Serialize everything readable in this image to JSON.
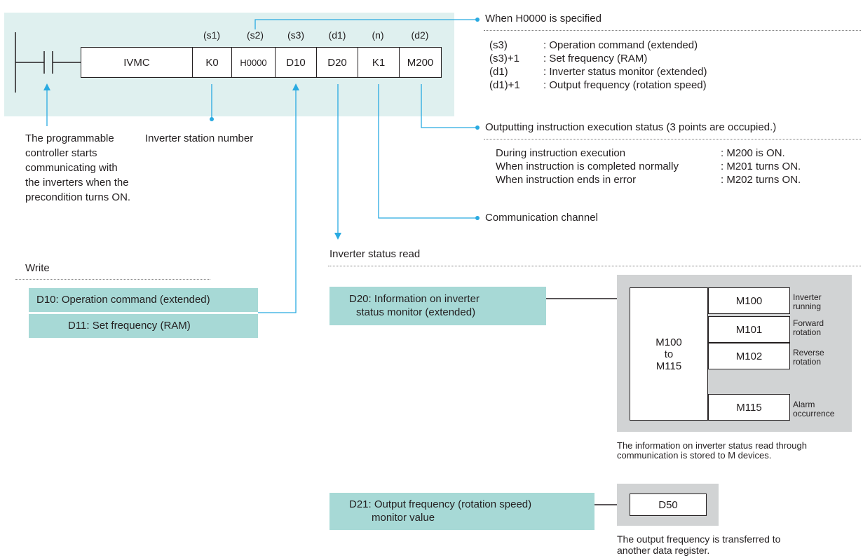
{
  "colors": {
    "line": "#231f20",
    "accent": "#29aae1",
    "teal_box": "#a7d9d6",
    "ladder_bg": "#dff0ef",
    "gray_bg": "#d1d3d4"
  },
  "ladder": {
    "instruction": "IVMC",
    "operand_labels": [
      "(s1)",
      "(s2)",
      "(s3)",
      "(d1)",
      "(n)",
      "(d2)"
    ],
    "operand_values": [
      "K0",
      "H0000",
      "D10",
      "D20",
      "K1",
      "M200"
    ]
  },
  "callouts": {
    "precondition": [
      "The programmable",
      "controller starts",
      "communicating with",
      "the inverters when the",
      "precondition turns ON."
    ],
    "station_number": "Inverter station number",
    "h0000_title": "When H0000 is specified",
    "h0000_rows": [
      {
        "code": "(s3)",
        "desc": ": Operation command (extended)"
      },
      {
        "code": "(s3)+1",
        "desc": ": Set frequency (RAM)"
      },
      {
        "code": "(d1)",
        "desc": ": Inverter status monitor (extended)"
      },
      {
        "code": "(d1)+1",
        "desc": ": Output frequency (rotation speed)"
      }
    ],
    "execution_title": "Outputting instruction execution status (3 points are occupied.)",
    "execution_rows": [
      {
        "cond": "During instruction execution",
        "val": ": M200 is ON."
      },
      {
        "cond": "When instruction is completed normally",
        "val": ": M201 turns ON."
      },
      {
        "cond": "When instruction ends in error",
        "val": ": M202 turns ON."
      }
    ],
    "channel": "Communication channel"
  },
  "write": {
    "title": "Write",
    "rows": [
      "D10: Operation command (extended)",
      "D11: Set frequency (RAM)"
    ]
  },
  "read": {
    "title": "Inverter status read",
    "d20_lines": [
      "D20: Information on inverter",
      "status monitor (extended)"
    ],
    "m_range": [
      "M100",
      "to",
      "M115"
    ],
    "m_rows": [
      {
        "device": "M100",
        "label": [
          "Inverter",
          "running"
        ]
      },
      {
        "device": "M101",
        "label": [
          "Forward",
          "rotation"
        ]
      },
      {
        "device": "M102",
        "label": [
          "Reverse",
          "rotation"
        ]
      },
      {
        "device": "M115",
        "label": [
          "Alarm",
          "occurrence"
        ]
      }
    ],
    "m_note": [
      "The information on inverter status read through",
      "communication is stored to M devices."
    ],
    "d21_lines": [
      "D21: Output frequency (rotation speed)",
      "monitor value"
    ],
    "d50": "D50",
    "d50_note": [
      "The output frequency is transferred to",
      "another data register."
    ]
  }
}
